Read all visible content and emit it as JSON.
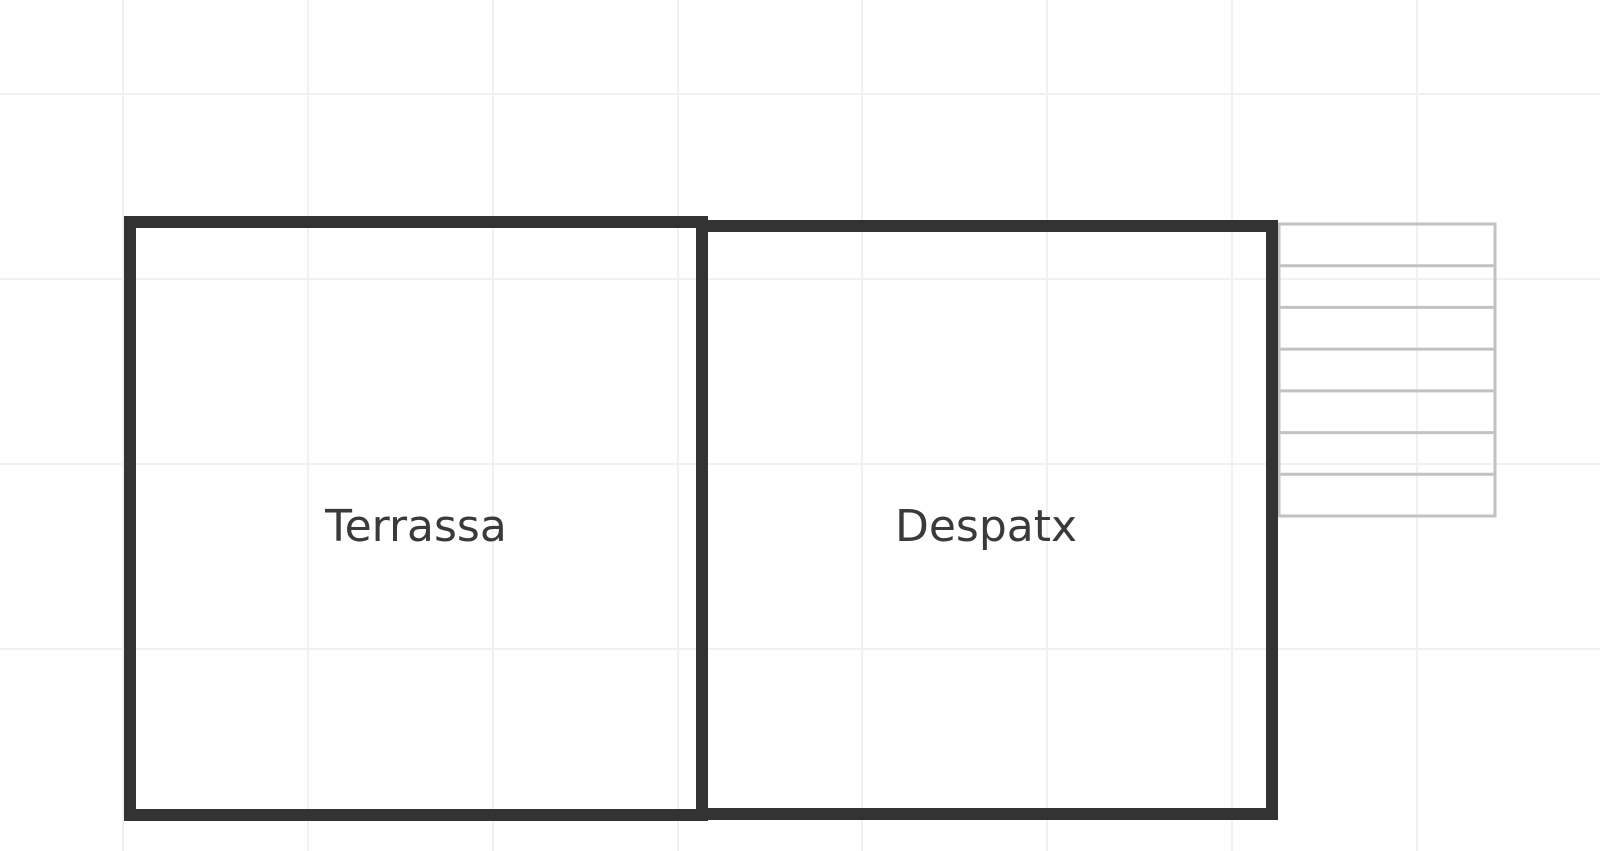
{
  "floor_plan": {
    "rooms": [
      {
        "id": "terrassa",
        "label": "Terrassa"
      },
      {
        "id": "despatx",
        "label": "Despatx"
      }
    ],
    "staircase": {
      "steps": 7
    },
    "colors": {
      "background": "#ffffff",
      "grid": "#f1f1f1",
      "wall": "#333333",
      "stair": "#c2c2c2",
      "label": "#3a3a3a"
    }
  }
}
